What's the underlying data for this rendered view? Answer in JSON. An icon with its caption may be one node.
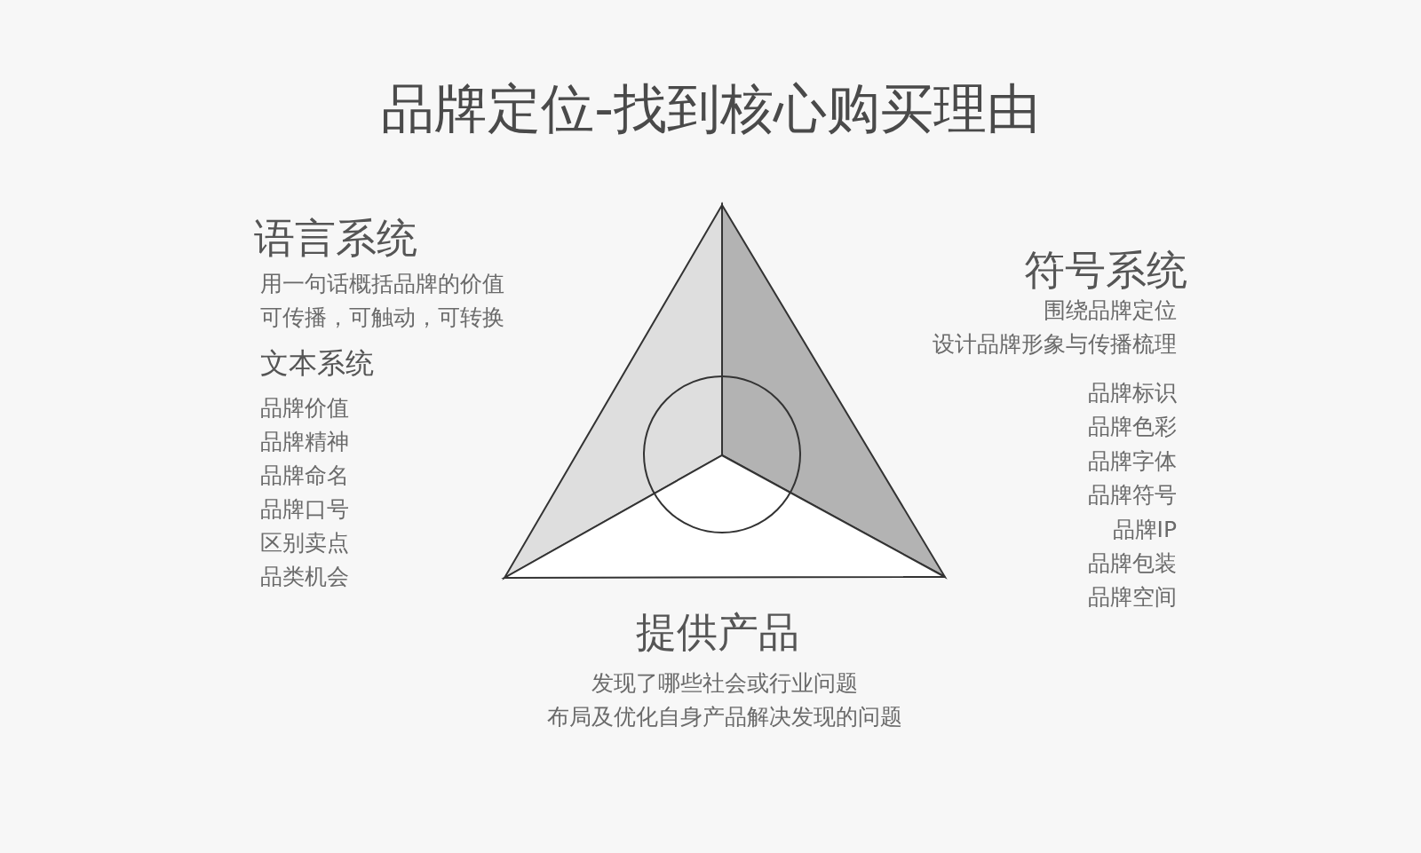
{
  "diagram": {
    "title": "品牌定位-找到核心购买理由",
    "labels": [
      "语言系统",
      "用一句话概括品牌的价值",
      "可传播，可触动，可转换",
      "文本系统",
      "品牌价值",
      "品牌精神",
      "品牌命名",
      "品牌口号",
      "区别卖点",
      "品类机会",
      "符号系统",
      "围绕品牌定位",
      "设计品牌形象与传播梳理",
      "品牌标识",
      "品牌色彩",
      "品牌字体",
      "品牌符号",
      "品牌IP",
      "品牌包装",
      "品牌空间",
      "提供产品",
      "发现了哪些社会或行业问题",
      "布局及优化自身产品解决发现的问题"
    ]
  }
}
